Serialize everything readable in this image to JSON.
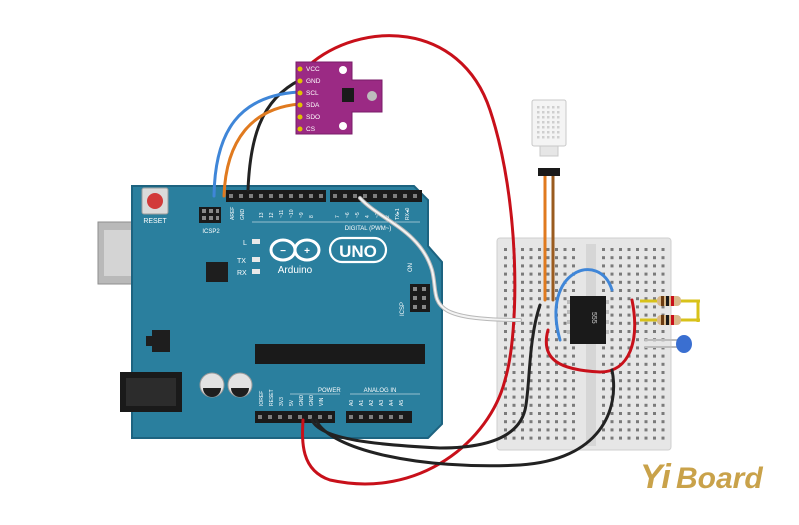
{
  "arduino": {
    "reset_label": "RESET",
    "icsp2_label": "ICSP2",
    "icsp_label": "ICSP",
    "aref_label": "AREF",
    "gnd_label": "GND",
    "digital_label": "DIGITAL (PWM~)",
    "pin13": "13",
    "pin12": "12",
    "pin11": "~11",
    "pin10": "~10",
    "pin9": "~9",
    "pin8": "8",
    "pin7": "7",
    "pin6": "~6",
    "pin5": "~5",
    "pin4": "4",
    "pin3": "~3",
    "pin2": "2",
    "pin1": "TX▸1",
    "pin0": "RX◂0",
    "led_l": "L",
    "led_tx": "TX",
    "led_rx": "RX",
    "logo_text": "Arduino",
    "model": "UNO",
    "on_label": "ON",
    "power_label": "POWER",
    "analog_label": "ANALOG IN",
    "ioref": "IOREF",
    "reset_pin": "RESET",
    "v33": "3V3",
    "v5": "5V",
    "gnd1": "GND",
    "gnd2": "GND",
    "vin": "VIN",
    "a0": "A0",
    "a1": "A1",
    "a2": "A2",
    "a3": "A3",
    "a4": "A4",
    "a5": "A5"
  },
  "sensor_module": {
    "pins": [
      "VCC",
      "GND",
      "SCL",
      "SDA",
      "SDO",
      "CS"
    ]
  },
  "ic_chip": {
    "label": "555"
  },
  "watermark": {
    "text_a": "Yi",
    "text_b": "Board"
  },
  "colors": {
    "board": "#2a7f9e",
    "wire_red": "#c8101a",
    "wire_black": "#222222",
    "wire_blue": "#3f86d8",
    "wire_orange": "#e07a1f",
    "wire_white": "#f2f2f2",
    "sensor_pcb": "#9b2a84",
    "watermark": "#c9a24a"
  }
}
